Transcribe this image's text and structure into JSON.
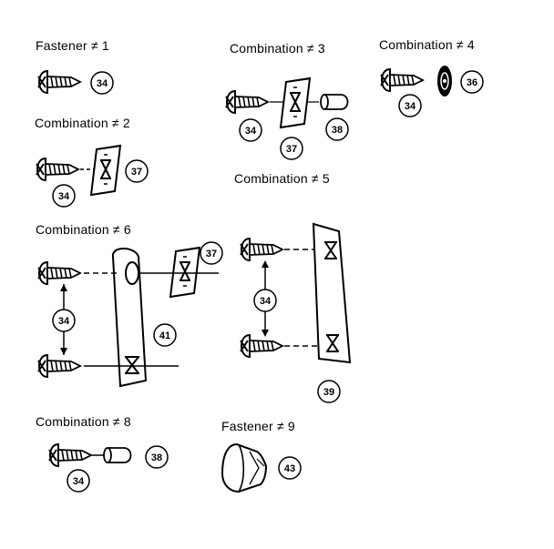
{
  "titles": {
    "f1": "Fastener ≠ 1",
    "c2": "Combination ≠ 2",
    "c3": "Combination ≠ 3",
    "c4": "Combination ≠ 4",
    "c5": "Combination ≠ 5",
    "c6": "Combination ≠ 6",
    "c8": "Combination ≠ 8",
    "f9": "Fastener ≠ 9"
  },
  "callouts": {
    "screw": "34",
    "washer": "36",
    "clip_nut": "37",
    "grommet": "38",
    "long_clip_nut": "39",
    "bracket": "41",
    "push_pin": "43"
  },
  "colors": {
    "ink": "#000000",
    "paper": "#ffffff"
  }
}
